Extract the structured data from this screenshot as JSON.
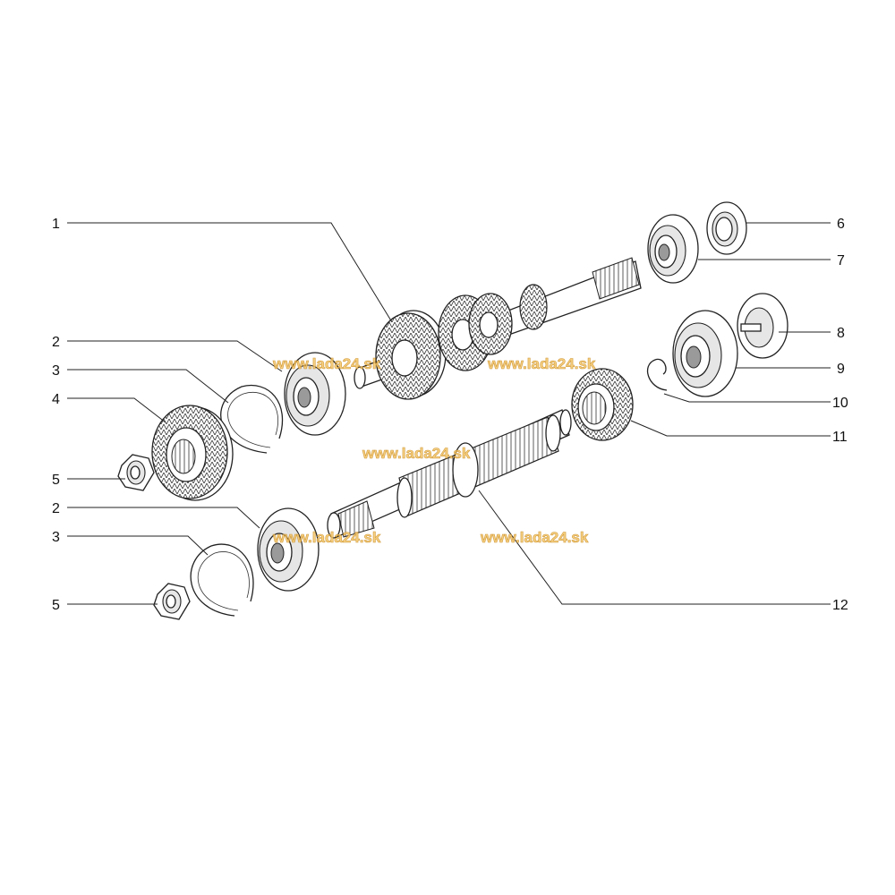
{
  "callouts": {
    "c1": "1",
    "c2a": "2",
    "c3a": "3",
    "c4": "4",
    "c5a": "5",
    "c2b": "2",
    "c3b": "3",
    "c5b": "5",
    "c6": "6",
    "c7": "7",
    "c8": "8",
    "c9": "9",
    "c10": "10",
    "c11": "11",
    "c12": "12"
  },
  "watermark": "www.lada24.sk"
}
